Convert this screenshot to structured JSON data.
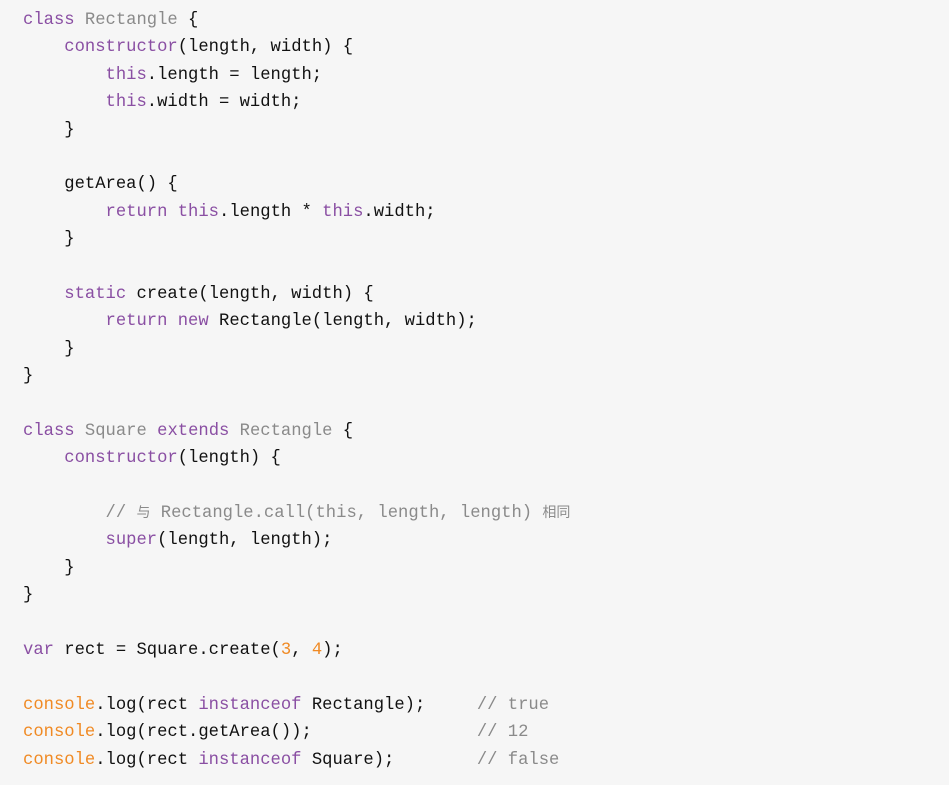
{
  "colors": {
    "background": "#f6f6f6",
    "keyword": "#8a4fa3",
    "class_name": "#8a8a8a",
    "comment": "#8a8a8a",
    "number": "#f08a24",
    "builtin": "#f08a24",
    "text": "#111111"
  },
  "code": {
    "lines": [
      [
        {
          "t": "class",
          "c": "kw"
        },
        {
          "t": " ",
          "c": "plain"
        },
        {
          "t": "Rectangle",
          "c": "cls"
        },
        {
          "t": " {",
          "c": "plain"
        }
      ],
      [
        {
          "t": "    ",
          "c": "plain"
        },
        {
          "t": "constructor",
          "c": "kw"
        },
        {
          "t": "(length, width) {",
          "c": "plain"
        }
      ],
      [
        {
          "t": "        ",
          "c": "plain"
        },
        {
          "t": "this",
          "c": "kw"
        },
        {
          "t": ".length = length;",
          "c": "plain"
        }
      ],
      [
        {
          "t": "        ",
          "c": "plain"
        },
        {
          "t": "this",
          "c": "kw"
        },
        {
          "t": ".width = width;",
          "c": "plain"
        }
      ],
      [
        {
          "t": "    }",
          "c": "plain"
        }
      ],
      [],
      [
        {
          "t": "    getArea() {",
          "c": "plain"
        }
      ],
      [
        {
          "t": "        ",
          "c": "plain"
        },
        {
          "t": "return",
          "c": "kw"
        },
        {
          "t": " ",
          "c": "plain"
        },
        {
          "t": "this",
          "c": "kw"
        },
        {
          "t": ".length * ",
          "c": "plain"
        },
        {
          "t": "this",
          "c": "kw"
        },
        {
          "t": ".width;",
          "c": "plain"
        }
      ],
      [
        {
          "t": "    }",
          "c": "plain"
        }
      ],
      [],
      [
        {
          "t": "    ",
          "c": "plain"
        },
        {
          "t": "static",
          "c": "kw"
        },
        {
          "t": " create(length, width) {",
          "c": "plain"
        }
      ],
      [
        {
          "t": "        ",
          "c": "plain"
        },
        {
          "t": "return",
          "c": "kw"
        },
        {
          "t": " ",
          "c": "plain"
        },
        {
          "t": "new",
          "c": "kw"
        },
        {
          "t": " Rectangle(length, width);",
          "c": "plain"
        }
      ],
      [
        {
          "t": "    }",
          "c": "plain"
        }
      ],
      [
        {
          "t": "}",
          "c": "plain"
        }
      ],
      [],
      [
        {
          "t": "class",
          "c": "kw"
        },
        {
          "t": " ",
          "c": "plain"
        },
        {
          "t": "Square",
          "c": "cls"
        },
        {
          "t": " ",
          "c": "plain"
        },
        {
          "t": "extends",
          "c": "kw"
        },
        {
          "t": " ",
          "c": "plain"
        },
        {
          "t": "Rectangle",
          "c": "cls"
        },
        {
          "t": " {",
          "c": "plain"
        }
      ],
      [
        {
          "t": "    ",
          "c": "plain"
        },
        {
          "t": "constructor",
          "c": "kw"
        },
        {
          "t": "(length) {",
          "c": "plain"
        }
      ],
      [],
      [
        {
          "t": "        ",
          "c": "plain"
        },
        {
          "t": "// 与 Rectangle.call(this, length, length) 相同",
          "c": "cm"
        }
      ],
      [
        {
          "t": "        ",
          "c": "plain"
        },
        {
          "t": "super",
          "c": "kw"
        },
        {
          "t": "(length, length);",
          "c": "plain"
        }
      ],
      [
        {
          "t": "    }",
          "c": "plain"
        }
      ],
      [
        {
          "t": "}",
          "c": "plain"
        }
      ],
      [],
      [
        {
          "t": "var",
          "c": "kw"
        },
        {
          "t": " rect = Square.create(",
          "c": "plain"
        },
        {
          "t": "3",
          "c": "num"
        },
        {
          "t": ", ",
          "c": "plain"
        },
        {
          "t": "4",
          "c": "num"
        },
        {
          "t": ");",
          "c": "plain"
        }
      ],
      [],
      [
        {
          "t": "console",
          "c": "builtin"
        },
        {
          "t": ".log(rect ",
          "c": "plain"
        },
        {
          "t": "instanceof",
          "c": "kw"
        },
        {
          "t": " Rectangle);     ",
          "c": "plain"
        },
        {
          "t": "// true",
          "c": "cm"
        }
      ],
      [
        {
          "t": "console",
          "c": "builtin"
        },
        {
          "t": ".log(rect.getArea());                ",
          "c": "plain"
        },
        {
          "t": "// 12",
          "c": "cm"
        }
      ],
      [
        {
          "t": "console",
          "c": "builtin"
        },
        {
          "t": ".log(rect ",
          "c": "plain"
        },
        {
          "t": "instanceof",
          "c": "kw"
        },
        {
          "t": " Square);        ",
          "c": "plain"
        },
        {
          "t": "// false",
          "c": "cm"
        }
      ]
    ]
  }
}
